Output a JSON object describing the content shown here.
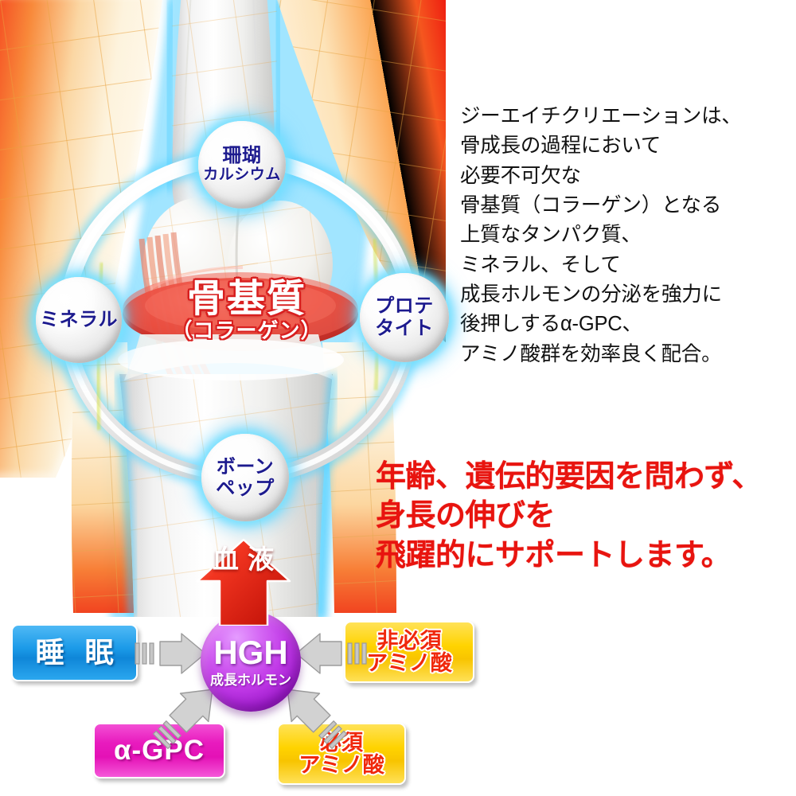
{
  "knee_diagram": {
    "bubbles": [
      {
        "name": "coral-calcium",
        "line1": "珊瑚",
        "line2": "カルシウム"
      },
      {
        "name": "mineral",
        "line1": "ミネラル",
        "line2": ""
      },
      {
        "name": "prototight",
        "line1": "プロテ",
        "line2": "タイト"
      },
      {
        "name": "bonepep",
        "line1": "ボーン",
        "line2": "ペップ"
      }
    ],
    "center_label": {
      "main": "骨基質",
      "sub": "（コラーゲン）"
    },
    "blood_arrow_label": "血\n液"
  },
  "copy": {
    "body": "ジーエイチクリエーションは、\n骨成長の過程において\n必要不可欠な\n骨基質（コラーゲン）となる\n上質なタンパク質、\nミネラル、そして\n成長ホルモンの分泌を強力に\n後押しするα-GPC、\nアミノ酸群を効率良く配合。",
    "headline": "年齢、遺伝的要因を問わず、\n身長の伸びを\n飛躍的にサポートします。"
  },
  "hgh_diagram": {
    "center": {
      "title": "HGH",
      "subtitle": "成長ホルモン"
    },
    "boxes": [
      {
        "name": "sleep",
        "label": "睡 眠",
        "color": "#1b9ae8"
      },
      {
        "name": "alpha-gpc",
        "label": "α-GPC",
        "color": "#e81bbe"
      },
      {
        "name": "non-essential-amino-acid",
        "line1": "非必須",
        "line2": "アミノ酸",
        "color": "#ffd300"
      },
      {
        "name": "essential-amino-acid",
        "line1": "必須",
        "line2": "アミノ酸",
        "color": "#ffd300"
      }
    ],
    "arrows": [
      "sleep-to-hgh",
      "non-essential-to-hgh",
      "alpha-gpc-to-hgh",
      "essential-to-hgh"
    ]
  },
  "colors": {
    "headline_red": "#e8140f",
    "collagen_red": "#d81f1f",
    "bubble_text_navy": "#1c1a8e",
    "hgh_purple": "#c23be8",
    "amino_yellow": "#ffd300",
    "sleep_blue": "#1b9ae8",
    "gpc_magenta": "#e81bbe",
    "glow_cyan": "#46c8ff"
  }
}
